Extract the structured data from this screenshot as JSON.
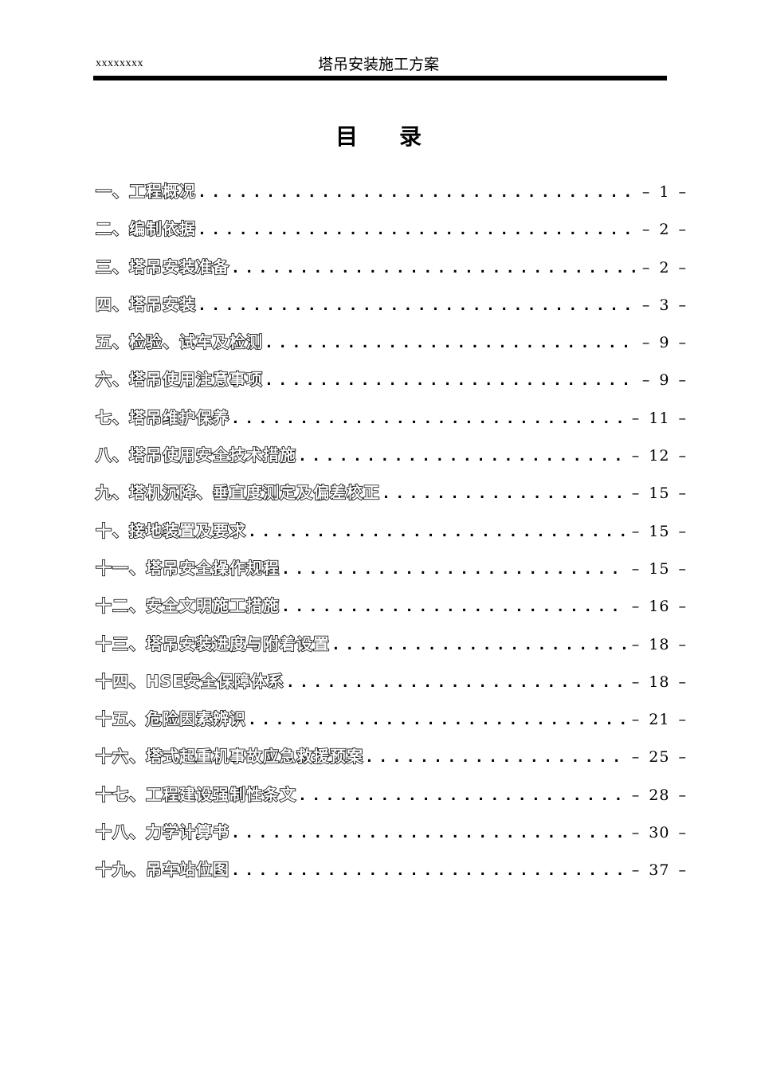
{
  "header": {
    "left_text": "xxxxxxxx",
    "center_title": "塔吊安装施工方案"
  },
  "toc": {
    "title": "目录",
    "entries": [
      {
        "text": "一、工程概况",
        "page": "– 1 –"
      },
      {
        "text": "二、编制依据",
        "page": "– 2 –"
      },
      {
        "text": "三、塔吊安装准备",
        "page": "– 2 –"
      },
      {
        "text": "四、塔吊安装",
        "page": "– 3 –"
      },
      {
        "text": "五、检验、试车及检测",
        "page": "– 9 –"
      },
      {
        "text": "六、塔吊使用注意事项",
        "page": "– 9 –"
      },
      {
        "text": "七、塔吊维护保养",
        "page": "– 11 –"
      },
      {
        "text": "八、塔吊使用安全技术措施",
        "page": "– 12 –"
      },
      {
        "text": "九、塔机沉降、垂直度测定及偏差校正",
        "page": "– 15 –"
      },
      {
        "text": "十、接地装置及要求",
        "page": "– 15 –"
      },
      {
        "text": "十一、塔吊安全操作规程",
        "page": "– 15 –"
      },
      {
        "text": "十二、安全文明施工措施",
        "page": "– 16 –"
      },
      {
        "text": "十三、塔吊安装进度与附着设置",
        "page": "– 18 –"
      },
      {
        "text": "十四、HSE安全保障体系",
        "page": "– 18 –"
      },
      {
        "text": "十五、危险因素辨识",
        "page": "– 21 –"
      },
      {
        "text": "十六、塔式起重机事故应急救援预案",
        "page": "– 25 –"
      },
      {
        "text": "十七、工程建设强制性条文",
        "page": "– 28 –"
      },
      {
        "text": "十八、力学计算书",
        "page": "– 30 –"
      },
      {
        "text": "十九、吊车站位图",
        "page": "– 37 –"
      }
    ]
  }
}
